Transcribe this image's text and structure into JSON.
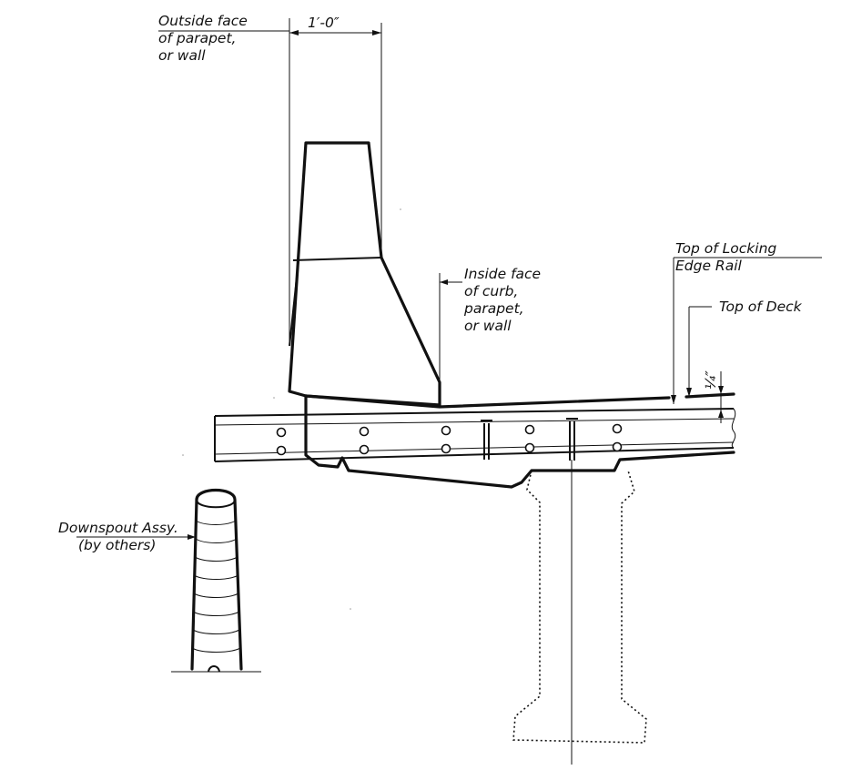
{
  "labels": {
    "outside_face": [
      "Outside face",
      "of parapet,",
      "or wall"
    ],
    "dimension_width": "1′-0″",
    "inside_face": [
      "Inside face",
      "of curb,",
      "parapet,",
      "or wall"
    ],
    "top_locking_edge_rail": [
      "Top of Locking",
      "Edge Rail"
    ],
    "top_of_deck": "Top of Deck",
    "gap_dimension": "¼″",
    "downspout": [
      "Downspout Assy.",
      "(by others)"
    ]
  }
}
